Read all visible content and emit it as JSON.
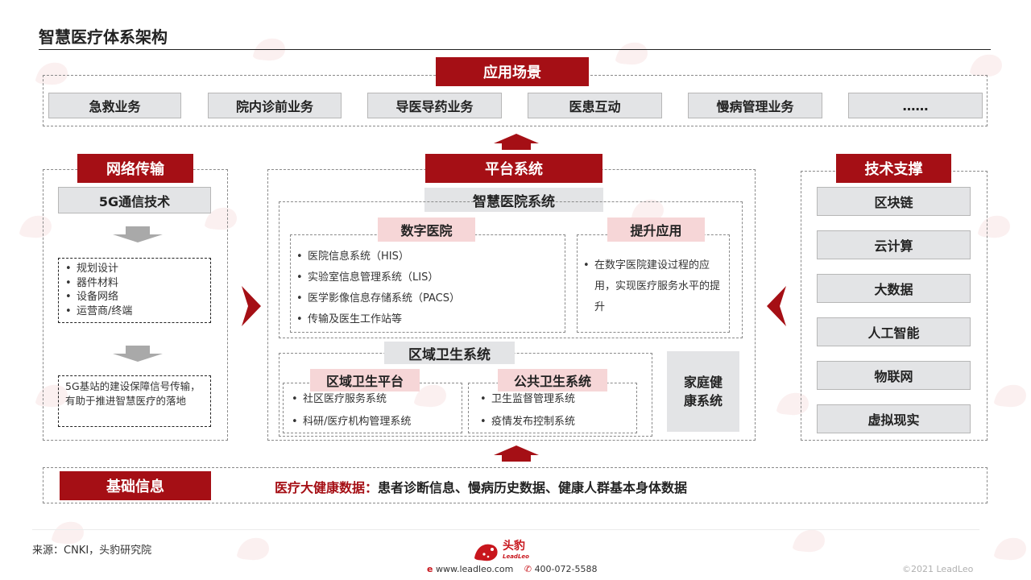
{
  "title": "智慧医疗体系架构",
  "application": {
    "header": "应用场景",
    "items": [
      "急救业务",
      "院内诊前业务",
      "导医导药业务",
      "医患互动",
      "慢病管理业务",
      "……"
    ]
  },
  "network": {
    "header": "网络传输",
    "tech": "5G通信技术",
    "list": [
      "规划设计",
      "器件材料",
      "设备网络",
      "运营商/终端"
    ],
    "note": "5G基站的建设保障信号传输，有助于推进智慧医疗的落地"
  },
  "platform": {
    "header": "平台系统",
    "hospital_system": "智慧医院系统",
    "digital_hospital": {
      "header": "数字医院",
      "items": [
        "医院信息系统（HIS）",
        "实验室信息管理系统（LIS）",
        "医学影像信息存储系统（PACS）",
        "传输及医生工作站等"
      ]
    },
    "upgrade": {
      "header": "提升应用",
      "text": "在数字医院建设过程的应用，实现医疗服务水平的提升"
    },
    "regional_health": "区域卫生系统",
    "regional_platform": {
      "header": "区域卫生平台",
      "items": [
        "社区医疗服务系统",
        "科研/医疗机构管理系统"
      ]
    },
    "public_health": {
      "header": "公共卫生系统",
      "items": [
        "卫生监督管理系统",
        "疫情发布控制系统"
      ]
    },
    "family_health": "家庭健康系统"
  },
  "tech_support": {
    "header": "技术支撑",
    "items": [
      "区块链",
      "云计算",
      "大数据",
      "人工智能",
      "物联网",
      "虚拟现实"
    ]
  },
  "basic_info": {
    "header": "基础信息",
    "highlight": "医疗大健康数据：",
    "text": "患者诊断信息、慢病历史数据、健康人群基本身体数据"
  },
  "footer": {
    "source": "来源：CNKI，头豹研究院",
    "brand": "头豹",
    "brand_en": "LeadLeo",
    "website": "www.leadleo.com",
    "phone": "400-072-5588",
    "copyright": "©2021 LeadLeo"
  },
  "colors": {
    "accent": "#a50f15",
    "pink": "#f6d6d7",
    "gray": "#e3e4e6"
  }
}
